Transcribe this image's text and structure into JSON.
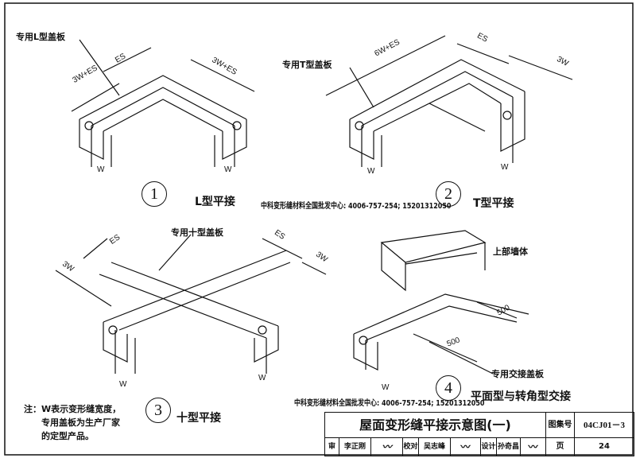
{
  "panel1": {
    "number": "1",
    "title": "L型平接",
    "cover_label": "专用L型盖板",
    "dims": [
      "3W+ES",
      "ES",
      "3W+ES"
    ],
    "w": [
      "W",
      "W"
    ]
  },
  "panel2": {
    "number": "2",
    "title": "T型平接",
    "cover_label": "专用T型盖板",
    "dims": [
      "6W+ES",
      "ES",
      "3W"
    ],
    "w": [
      "W",
      "W"
    ]
  },
  "panel3": {
    "number": "3",
    "title": "十型平接",
    "cover_label": "专用十型盖板",
    "dims": [
      "ES",
      "ES",
      "3W",
      "3W"
    ],
    "w": [
      "W",
      "W"
    ]
  },
  "panel4": {
    "number": "4",
    "title": "平面型与转角型交接",
    "wall_label": "上部墙体",
    "cover_label": "专用交接盖板",
    "dims": [
      "500",
      "500"
    ],
    "w": [
      "W"
    ]
  },
  "watermark": "中科变形缝材料全国批发中心: 4006-757-254; 15201312050",
  "note": {
    "prefix": "注：",
    "lines": [
      "W表示变形缝宽度，",
      "专用盖板为生产厂家",
      "的定型产品。"
    ]
  },
  "title_block": {
    "title": "屋面变形缝平接示意图(一)",
    "atlas_label": "图集号",
    "atlas_no": "04CJ01－3",
    "review_label": "审核",
    "reviewer": "李正刚",
    "check_label": "校对",
    "checker": "吴志峰",
    "design_label": "设计",
    "designer": "孙奇昌",
    "page_label": "页",
    "page_no": "24"
  }
}
